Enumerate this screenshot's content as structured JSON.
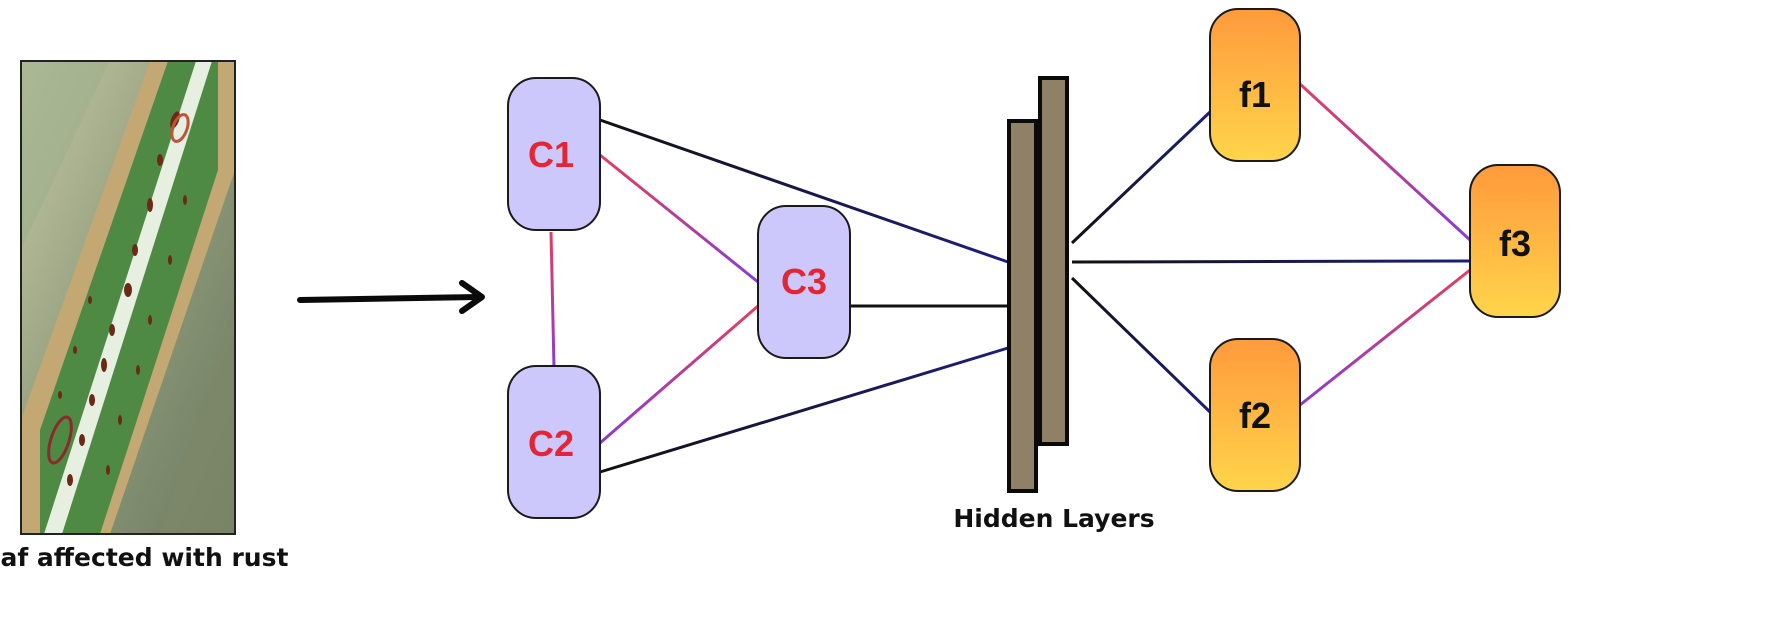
{
  "leaf": {
    "caption": "Leaf affected with rust"
  },
  "conv_nodes": {
    "c1": "C1",
    "c2": "C2",
    "c3": "C3"
  },
  "hidden": {
    "caption": "Hidden Layers"
  },
  "fc_nodes": {
    "f1": "f1",
    "f2": "f2",
    "f3": "f3"
  },
  "colors": {
    "conv_fill": "#ccc8fb",
    "conv_label": "#e32636",
    "fc_gradient_top": "#ff9a3c",
    "fc_gradient_bottom": "#ffd54a",
    "hidden_fill": "#8f8166",
    "edge_black": "#111111",
    "edge_navy": "#1d1f7a",
    "edge_red": "#e0405e",
    "edge_purple": "#8a3cd0"
  }
}
